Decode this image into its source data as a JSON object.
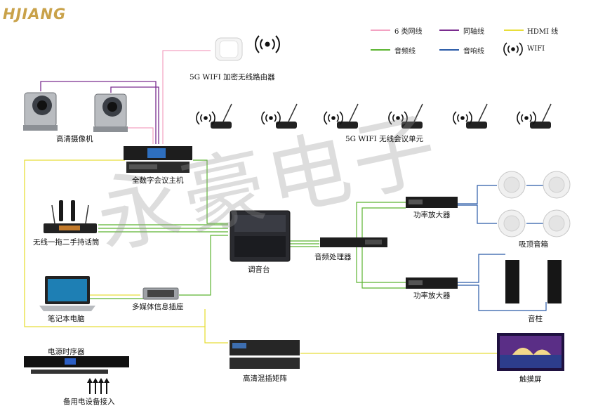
{
  "brand": {
    "logo_text": "HJIANG"
  },
  "watermark": "永豪电子",
  "legend": {
    "items": [
      {
        "label": "6 类网线",
        "color": "#f3a2c2"
      },
      {
        "label": "同轴线",
        "color": "#7a2c8f"
      },
      {
        "label": "HDMI 线",
        "color": "#e8de3a"
      },
      {
        "label": "音频线",
        "color": "#5cb531"
      },
      {
        "label": "音响线",
        "color": "#2a5aa8"
      },
      {
        "label": "WIFI",
        "icon": "wifi-icon"
      }
    ]
  },
  "devices": {
    "router": "5G WIFI 加密无线路由器",
    "cameras": "高清摄像机",
    "wireless_units": "5G WIFI 无线会议单元",
    "host": "全数字会议主机",
    "mics": "无线一拖二手持话筒",
    "mixer": "调音台",
    "processor": "音频处理器",
    "amp_top": "功率放大器",
    "amp_bottom": "功率放大器",
    "ceiling_speakers": "吸顶音箱",
    "column_speakers": "音柱",
    "laptop": "笔记本电脑",
    "socket": "多媒体信息插座",
    "sequencer": "电源时序器",
    "backup_power": "备用电设备接入",
    "matrix": "高清混插矩阵",
    "touchscreen": "触摸屏"
  },
  "colors": {
    "network": "#f3a2c2",
    "coax": "#7a2c8f",
    "hdmi": "#e8de3a",
    "audio": "#5cb531",
    "speaker": "#2a5aa8"
  }
}
